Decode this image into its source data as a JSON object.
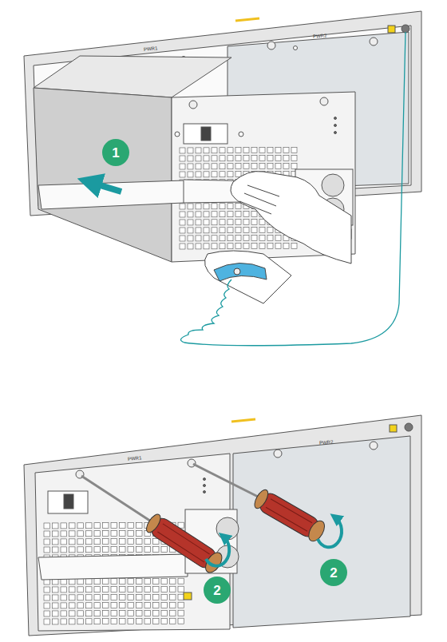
{
  "diagram": {
    "nodes": [
      {
        "text": [
          "1"
        ]
      },
      {
        "text": [
          "2"
        ]
      },
      {
        "text": [
          "2"
        ]
      }
    ],
    "labels": [
      "PWR1",
      "PWR2",
      "PWR1",
      "PWR2"
    ]
  }
}
